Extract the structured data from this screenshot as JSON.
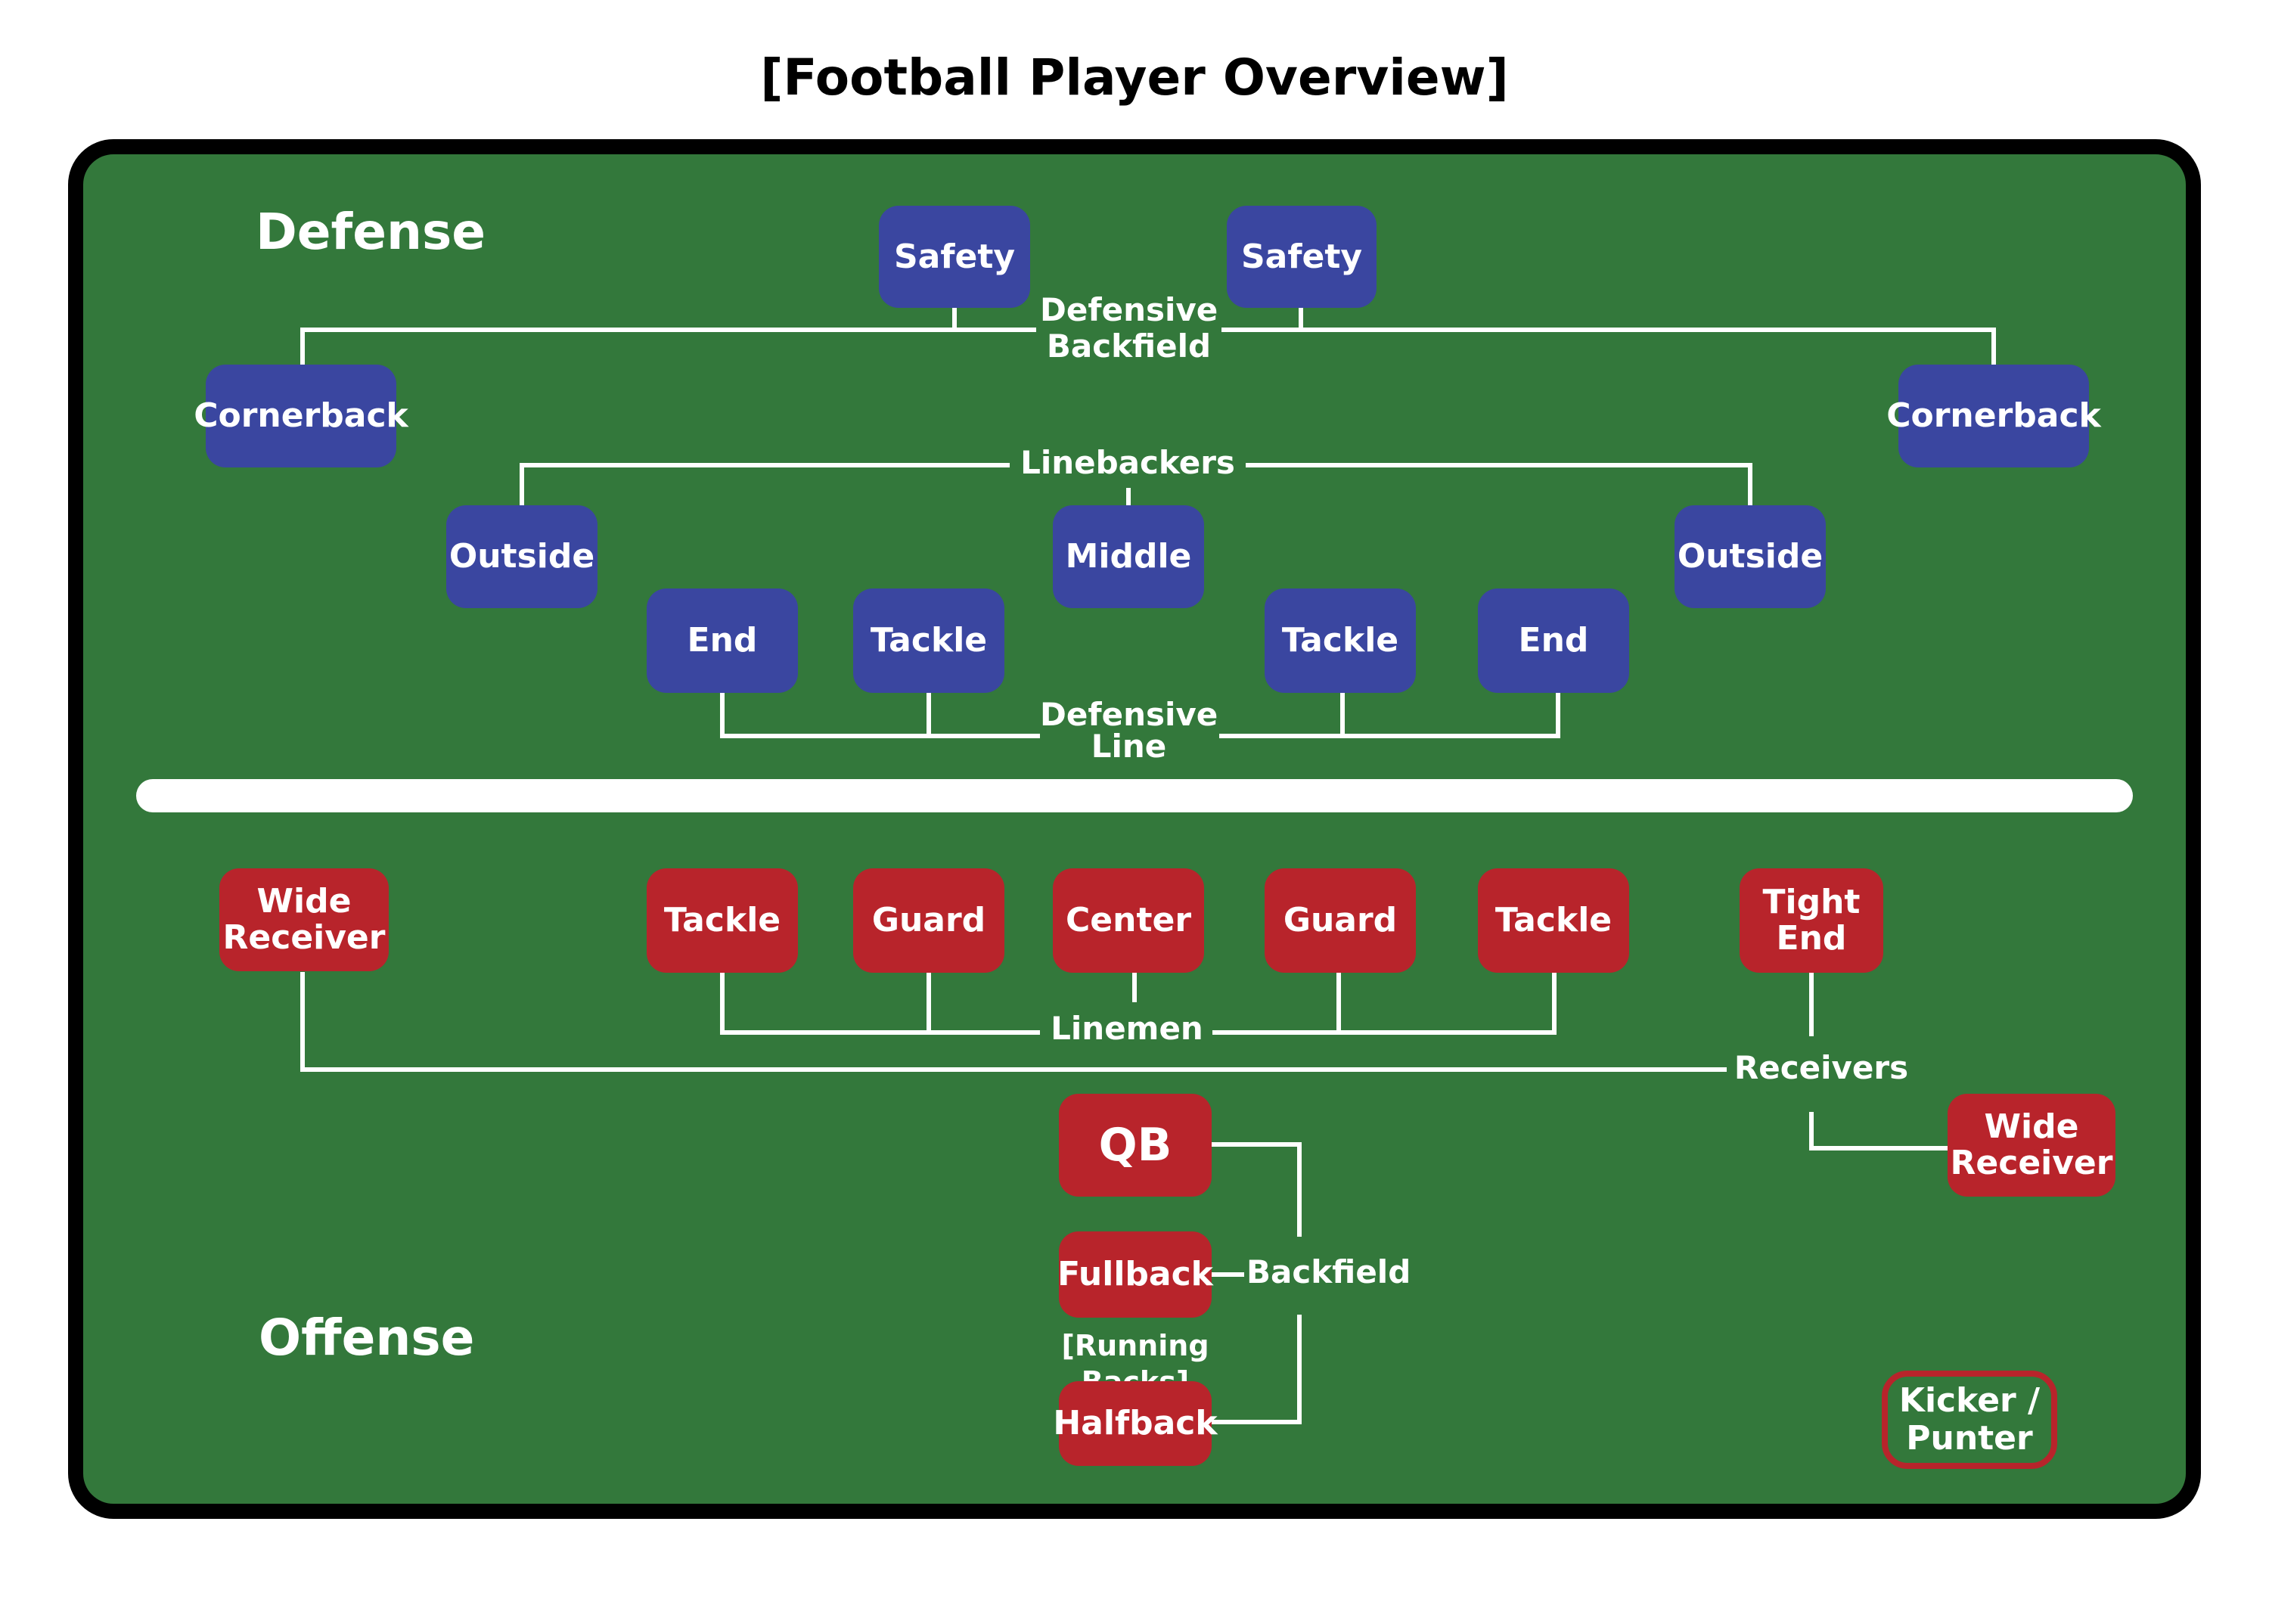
{
  "title": "[Football Player Overview]",
  "colors": {
    "field": "#33783b",
    "defense": "#3a46a0",
    "offense": "#b8242b",
    "line": "#ffffff"
  },
  "defense": {
    "heading": "Defense",
    "safety_left": "Safety",
    "safety_right": "Safety",
    "backfield_label": "Defensive\nBackfield",
    "cornerback_left": "Cornerback",
    "cornerback_right": "Cornerback",
    "linebackers_label": "Linebackers",
    "outside_left": "Outside",
    "middle": "Middle",
    "outside_right": "Outside",
    "end_left": "End",
    "tackle_left": "Tackle",
    "tackle_right": "Tackle",
    "end_right": "End",
    "line_label": "Defensive\nLine"
  },
  "offense": {
    "heading": "Offense",
    "wide_receiver_left": "Wide\nReceiver",
    "tackle_left": "Tackle",
    "guard_left": "Guard",
    "center": "Center",
    "guard_right": "Guard",
    "tackle_right": "Tackle",
    "tight_end": "Tight\nEnd",
    "linemen_label": "Linemen",
    "receivers_label": "Receivers",
    "wide_receiver_right": "Wide\nReceiver",
    "qb": "QB",
    "fullback": "Fullback",
    "backfield_label": "Backfield",
    "running_backs_label": "[Running Backs]",
    "halfback": "Halfback",
    "kicker_punter": "Kicker /\nPunter"
  }
}
